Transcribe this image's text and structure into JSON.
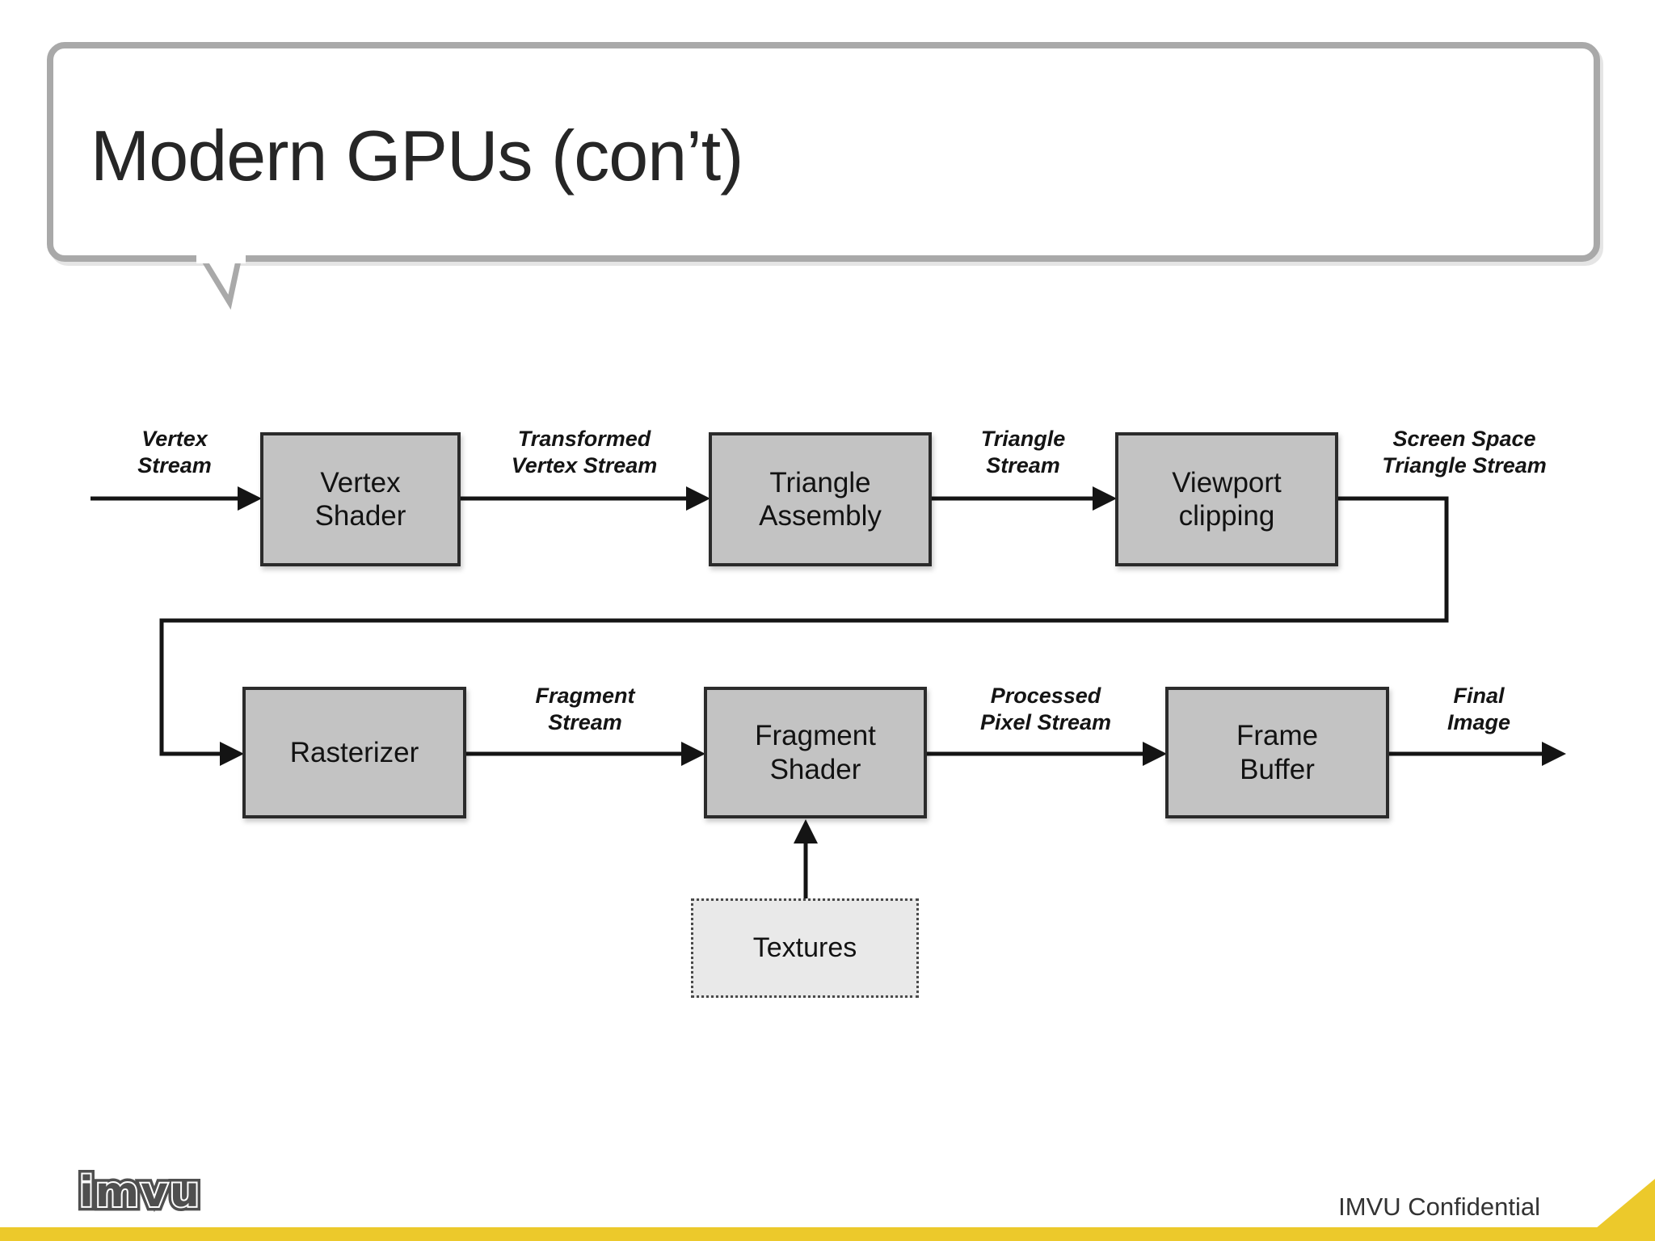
{
  "slide": {
    "title": "Modern GPUs (con’t)",
    "footer": {
      "logo_text": "imvu",
      "confidential": "IMVU Confidential"
    },
    "colors": {
      "accent_yellow": "#ecc92b",
      "bubble_border": "#a9a9a9",
      "box_fill": "#c3c3c3",
      "box_border": "#2b2b2b",
      "connector_line": "#141414"
    }
  },
  "diagram": {
    "boxes": [
      {
        "id": "vertex-shader",
        "label": "Vertex\nShader"
      },
      {
        "id": "triangle-assembly",
        "label": "Triangle\nAssembly"
      },
      {
        "id": "viewport-clipping",
        "label": "Viewport\nclipping"
      },
      {
        "id": "rasterizer",
        "label": "Rasterizer"
      },
      {
        "id": "fragment-shader",
        "label": "Fragment\nShader"
      },
      {
        "id": "frame-buffer",
        "label": "Frame\nBuffer"
      },
      {
        "id": "textures",
        "label": "Textures"
      }
    ],
    "stream_labels": [
      {
        "id": "vertex-stream",
        "text": "Vertex\nStream"
      },
      {
        "id": "transformed-vertex-stream",
        "text": "Transformed\nVertex Stream"
      },
      {
        "id": "triangle-stream",
        "text": "Triangle\nStream"
      },
      {
        "id": "screen-space-triangle-stream",
        "text": "Screen Space\nTriangle Stream"
      },
      {
        "id": "fragment-stream",
        "text": "Fragment\nStream"
      },
      {
        "id": "processed-pixel-stream",
        "text": "Processed\nPixel Stream"
      },
      {
        "id": "final-image",
        "text": "Final\nImage"
      }
    ]
  }
}
